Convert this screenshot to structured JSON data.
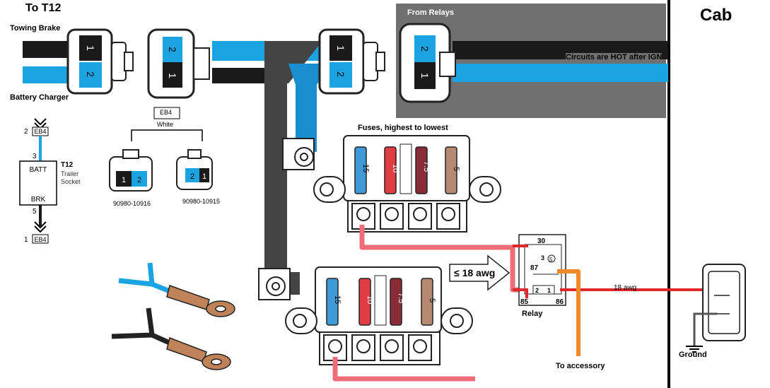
{
  "title_left": "To T12",
  "title_right": "Cab",
  "connectors": {
    "towing_brake": "Towing Brake",
    "battery_charger": "Battery Charger",
    "eb4_label": "EB4",
    "eb4_color": "White",
    "part_a": "90980-10916",
    "part_b": "90980-10915",
    "pin_1": "1",
    "pin_2": "2"
  },
  "relays_source": {
    "title": "From Relays",
    "note": "Circuits are HOT after IGN"
  },
  "schematic": {
    "pin_2": "2",
    "pin_3": "3",
    "pin_5": "5",
    "pin_1": "1",
    "eb4": "EB4",
    "t12_code": "T12",
    "t12_name_1": "Trailer",
    "t12_name_2": "Socket",
    "batt": "BATT",
    "brk": "BRK"
  },
  "fuse_box": {
    "caption": "Fuses, highest to lowest",
    "fuse_15": "15",
    "fuse_10": "10",
    "fuse_7_5": "7.5",
    "fuse_5": "5"
  },
  "wire_note": "≤ 18 awg",
  "relay": {
    "label": "Relay",
    "pin_30": "30",
    "pin_87": "87",
    "pin_85": "85",
    "pin_86": "86",
    "mini_2": "2",
    "mini_1": "1",
    "mini_3": "3",
    "mini_5": "5"
  },
  "wire_18awg": "18 awg",
  "ground": "Ground",
  "to_accessory": "To accessory",
  "colors": {
    "blue": "#1aa3e0",
    "black": "#1a1a1a",
    "dark_gray": "#444444",
    "pink": "#ef6d78",
    "orange": "#f28a2a",
    "red": "#e0282c",
    "panel_gray": "#707070",
    "fuse_blue": "#3f9bd8",
    "fuse_red": "#e13b44",
    "fuse_maroon": "#8a2c38",
    "fuse_tan": "#b58a70"
  }
}
